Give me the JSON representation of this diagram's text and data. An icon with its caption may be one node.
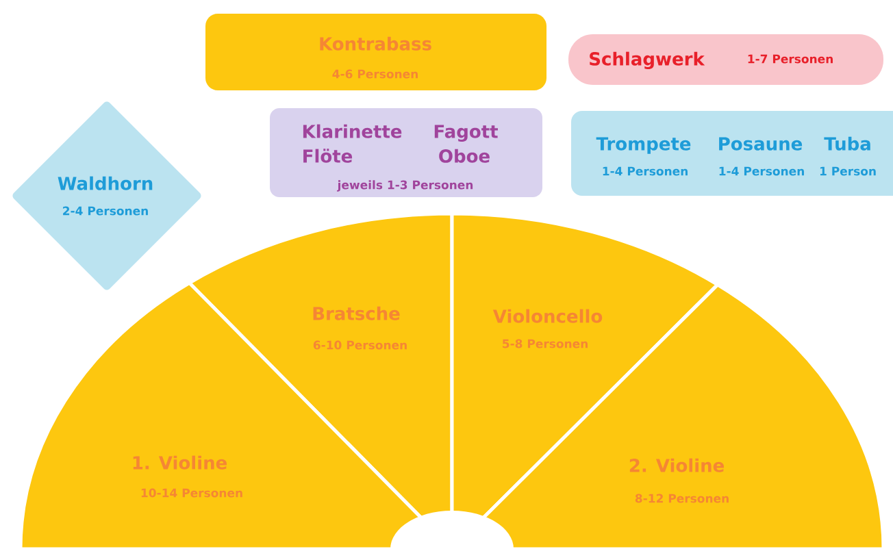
{
  "diagram": {
    "nodes": [
      {
        "text": [
          "Kontrabass",
          "4-6 Personen"
        ]
      },
      {
        "text": [
          "Schlagwerk",
          "1-7 Personen"
        ]
      },
      {
        "text": [
          "Klarinette",
          "Fagott",
          "Flöte",
          "Oboe",
          "jeweils 1-3 Personen"
        ]
      },
      {
        "text": [
          "Trompete",
          "Posaune",
          "Tuba",
          "1-4 Personen",
          "1-4 Personen",
          "1 Person"
        ]
      },
      {
        "text": [
          "Waldhorn",
          "2-4 Personen"
        ]
      },
      {
        "text": [
          "Bratsche",
          "6-10 Personen"
        ]
      },
      {
        "text": [
          "Violoncello",
          "5-8 Personen"
        ]
      },
      {
        "text": [
          "1. Violine",
          "10-14 Personen"
        ]
      },
      {
        "text": [
          "2. Violine",
          "8-12 Personen"
        ]
      },
      {
        "text": [],
        "shape": "circle"
      }
    ]
  }
}
